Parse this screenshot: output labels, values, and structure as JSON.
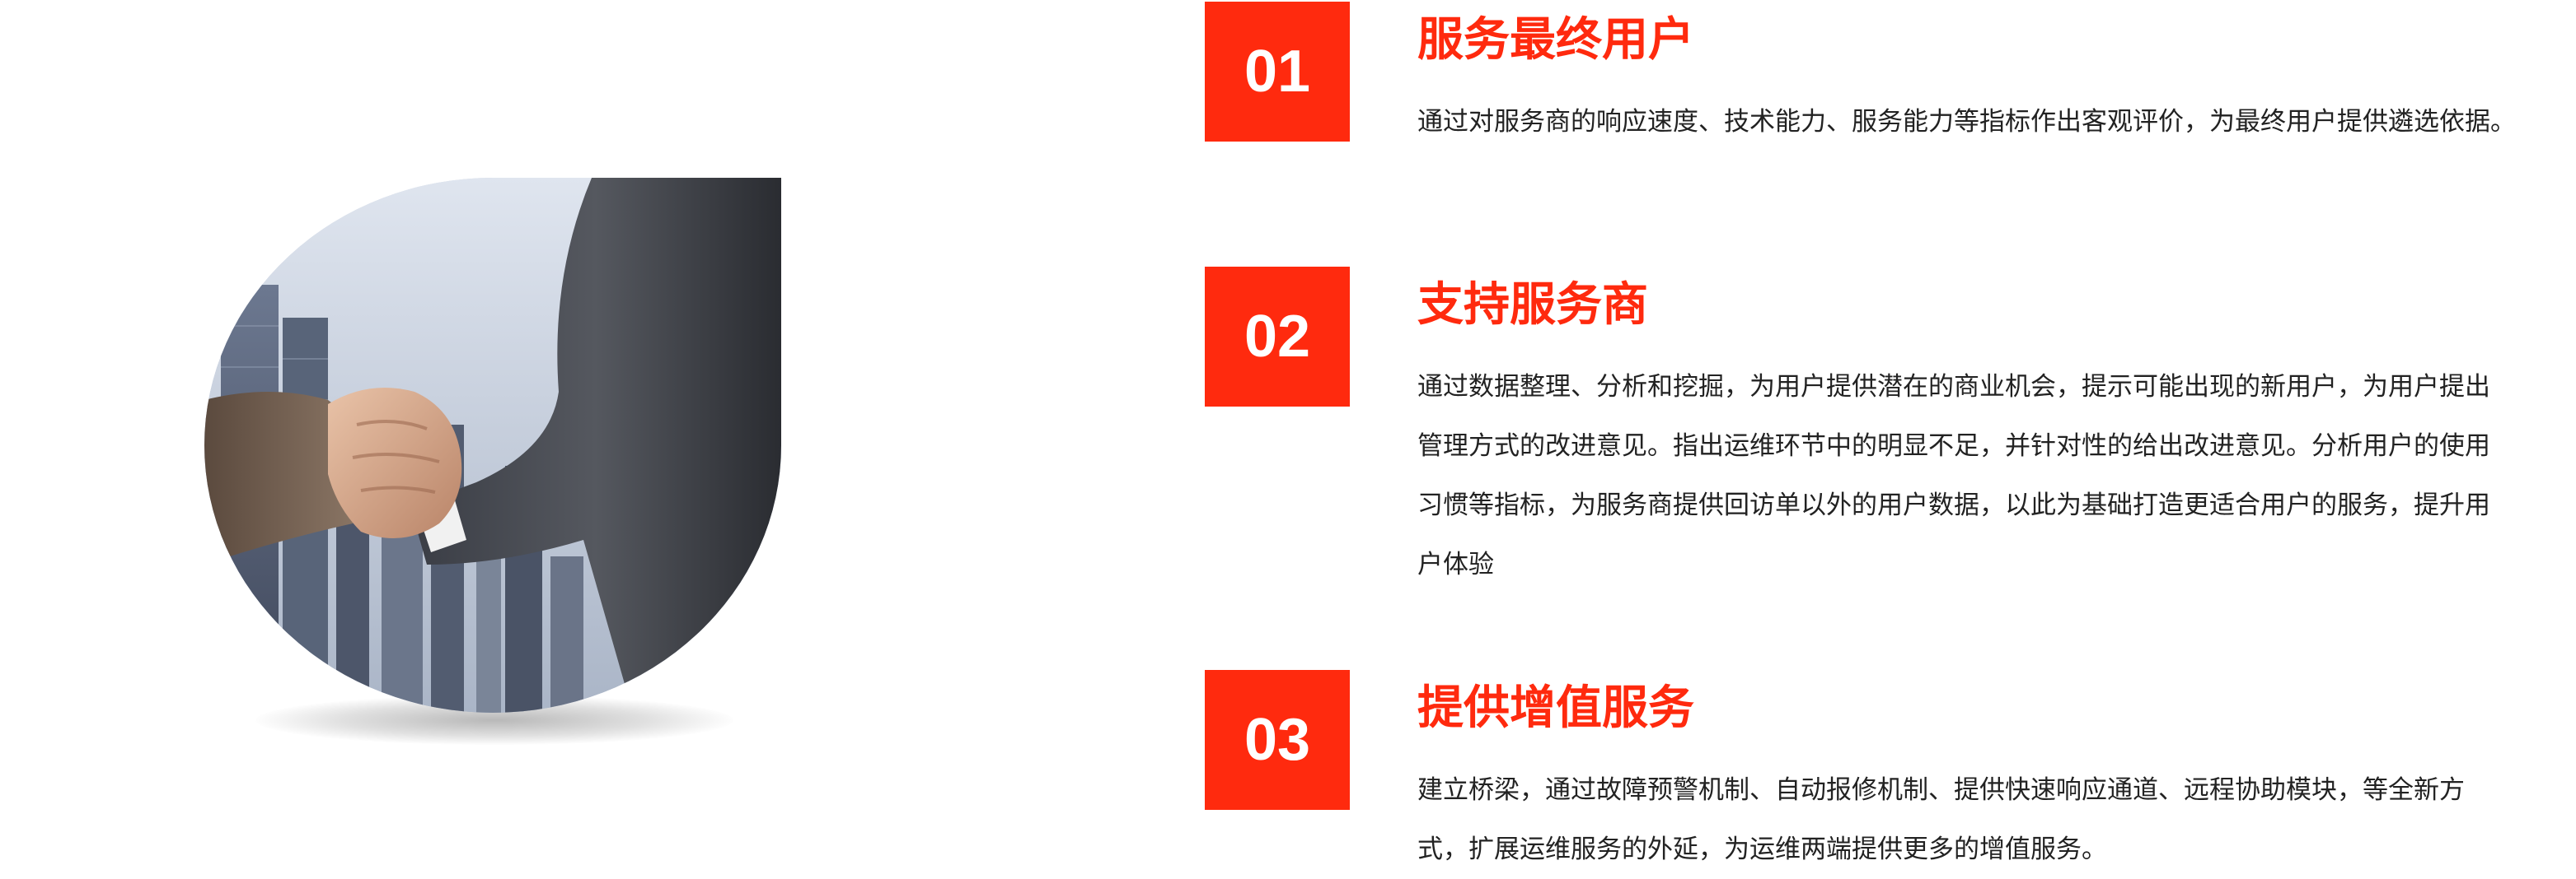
{
  "items": [
    {
      "number": "01",
      "title": "服务最终用户",
      "description": "通过对服务商的响应速度、技术能力、服务能力等指标作出客观评价，为最终用户提供遴选依据。"
    },
    {
      "number": "02",
      "title": "支持服务商",
      "description": "通过数据整理、分析和挖掘，为用户提供潜在的商业机会，提示可能出现的新用户，为用户提出管理方式的改进意见。指出运维环节中的明显不足，并针对性的给出改进意见。分析用户的使用习惯等指标，为服务商提供回访单以外的用户数据，以此为基础打造更适合用户的服务，提升用户体验"
    },
    {
      "number": "03",
      "title": "提供增值服务",
      "description": "建立桥梁，通过故障预警机制、自动报修机制、提供快速响应通道、远程协助模块，等全新方式，扩展运维服务的外延，为运维两端提供更多的增值服务。"
    }
  ],
  "colors": {
    "accent": "#ff2a0e",
    "text": "#222222",
    "background": "#ffffff"
  },
  "image": {
    "subject": "handshake-photo"
  }
}
